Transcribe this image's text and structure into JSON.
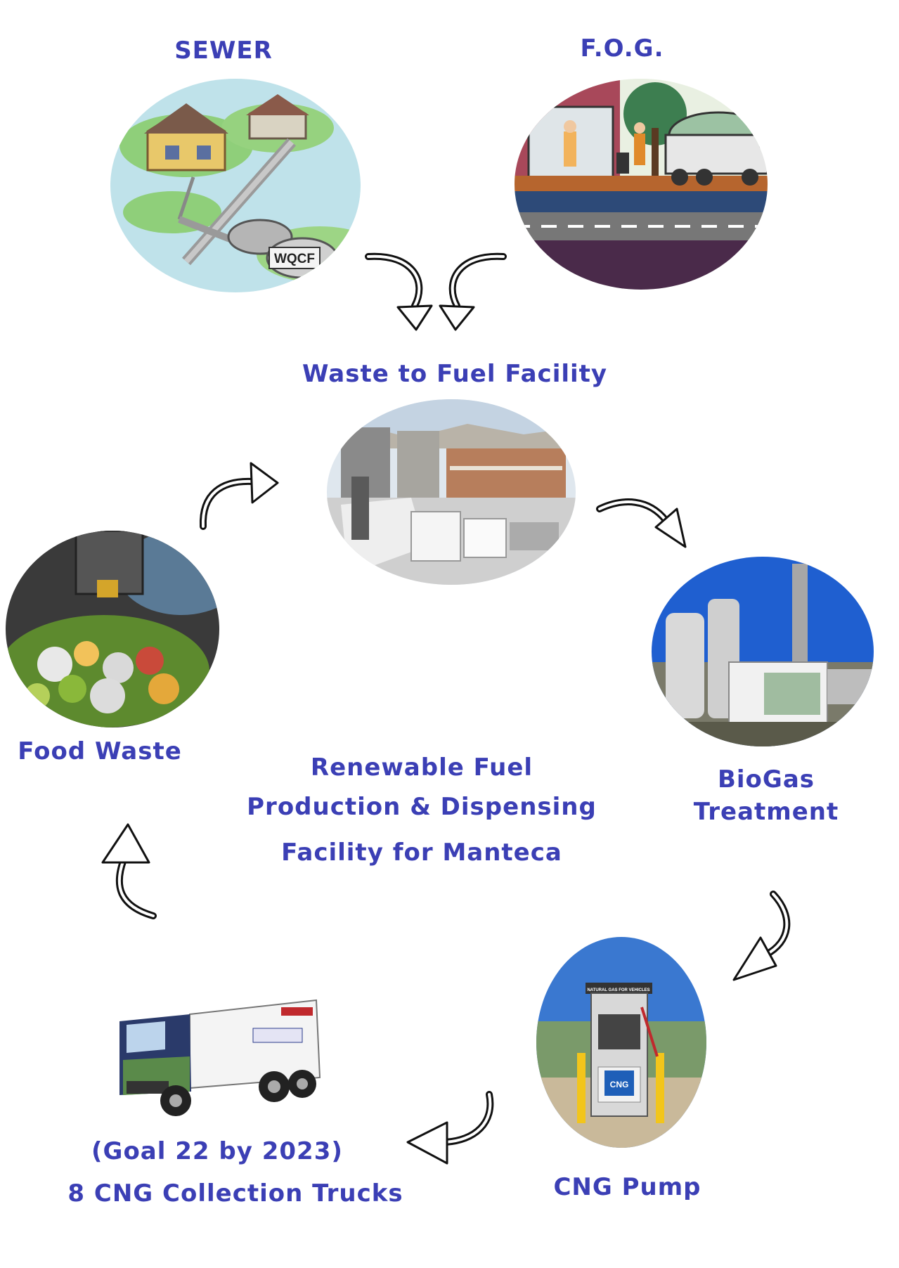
{
  "nodes": {
    "sewer": {
      "label": "SEWER",
      "plant_sign": "WQCF"
    },
    "fog": {
      "label": "F.O.G."
    },
    "facility": {
      "label": "Waste to Fuel Facility"
    },
    "biogas": {
      "label_line1": "BioGas",
      "label_line2": "Treatment"
    },
    "cng_pump": {
      "label": "CNG Pump",
      "pump_sign": "NATURAL GAS FOR VEHICLES",
      "pump_badge": "CNG"
    },
    "trucks": {
      "label_line1": "(Goal 22 by 2023)",
      "label_line2": "8 CNG Collection Trucks"
    },
    "food_waste": {
      "label": "Food Waste"
    }
  },
  "center": {
    "line1": "Renewable Fuel",
    "line2": "Production & Dispensing",
    "line3": "Facility for Manteca"
  },
  "colors": {
    "label": "#3b3fb5",
    "arrow_stroke": "#111111",
    "sky": "#1f5fd0",
    "grass": "#9ccc5c"
  },
  "icons": {
    "flow_arrow": "curved-arrow-icon"
  }
}
